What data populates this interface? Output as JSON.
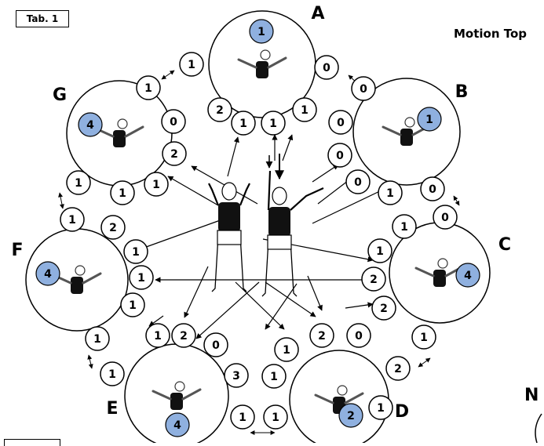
{
  "tab_label": "Tab. 1",
  "title": "Motion Top",
  "corner_letter": "N",
  "colors": {
    "badge": "#8fb0df",
    "ink": "#000000",
    "paper": "#ffffff"
  },
  "stations": [
    {
      "letter": "A",
      "value": "1"
    },
    {
      "letter": "B",
      "value": "1"
    },
    {
      "letter": "C",
      "value": "4"
    },
    {
      "letter": "D",
      "value": "2"
    },
    {
      "letter": "E",
      "value": "4"
    },
    {
      "letter": "F",
      "value": "4"
    },
    {
      "letter": "G",
      "value": "4"
    }
  ],
  "counters": [
    "1",
    "1",
    "2",
    "1",
    "1",
    "1",
    "0",
    "0",
    "0",
    "2",
    "0",
    "0",
    "0",
    "0",
    "1",
    "1",
    "1",
    "1",
    "0",
    "1",
    "2",
    "2",
    "2",
    "1",
    "2",
    "0",
    "1",
    "1",
    "1",
    "1",
    "1",
    "2",
    "1",
    "1",
    "1",
    "0",
    "1",
    "2",
    "3",
    "1",
    "1",
    "1",
    "1",
    "0",
    "0",
    "2"
  ]
}
